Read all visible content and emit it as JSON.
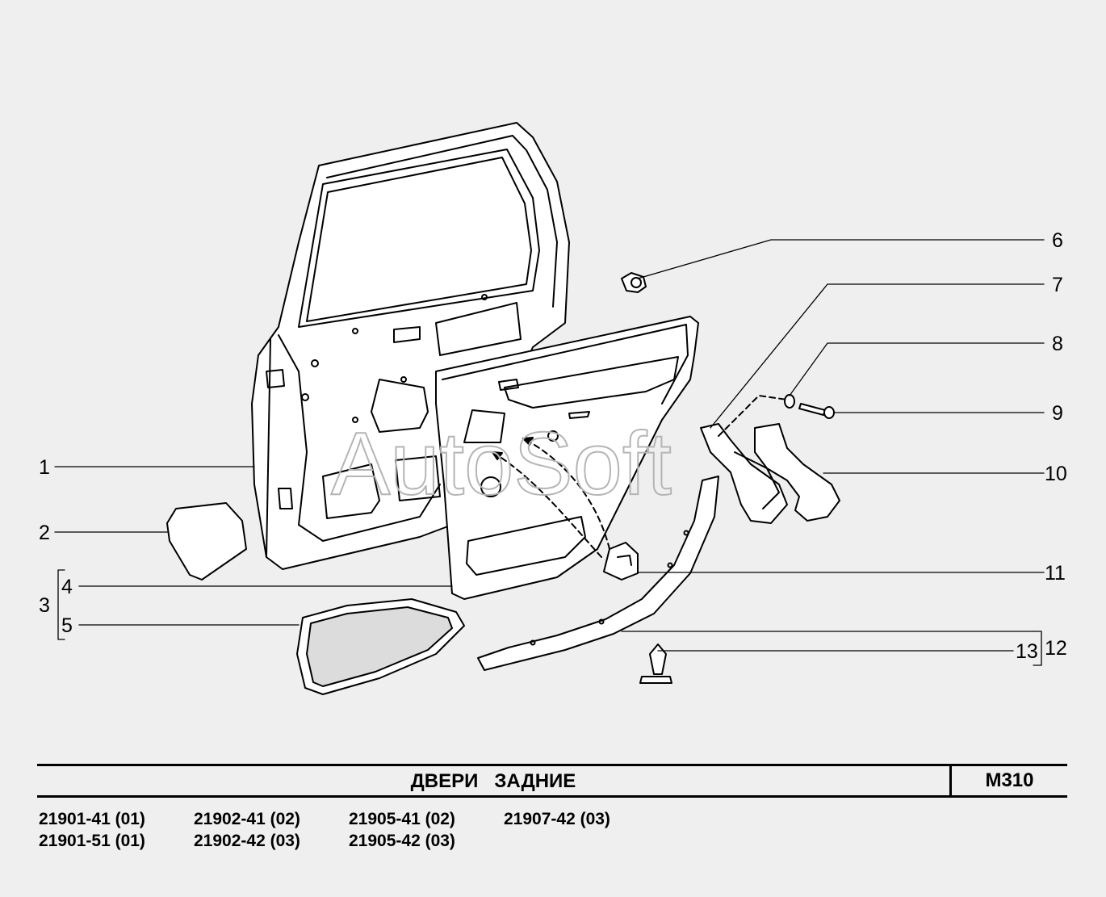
{
  "callouts": {
    "c1": "1",
    "c2": "2",
    "c3": "3",
    "c4": "4",
    "c5": "5",
    "c6": "6",
    "c7": "7",
    "c8": "8",
    "c9": "9",
    "c10": "10",
    "c11": "11",
    "c12": "12",
    "c13": "13"
  },
  "watermark": "AutoSoft",
  "footer": {
    "title": "ДВЕРИ   ЗАДНИЕ",
    "code": "M310",
    "models": [
      [
        "21901-41 (01)",
        "21902-41 (02)",
        "21905-41 (02)",
        "21907-42 (03)"
      ],
      [
        "21901-51 (01)",
        "21902-42 (03)",
        "21905-42 (03)"
      ]
    ]
  }
}
